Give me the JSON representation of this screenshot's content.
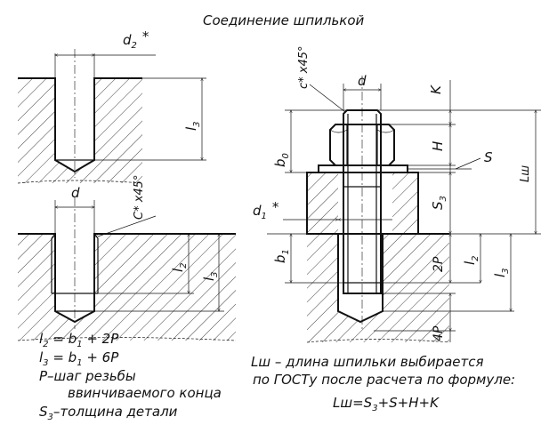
{
  "title": "Соединение шпилькой",
  "left": {
    "d2": "d",
    "d2_sub": "2",
    "d2_star": "*",
    "l3": "l",
    "l3_sub": "3",
    "d": "d",
    "chamfer": "C* x45°",
    "l2": "l",
    "l2_sub": "2",
    "l3b": "l",
    "l3b_sub": "3"
  },
  "right": {
    "chamfer": "c* x45°",
    "d": "d",
    "K": "K",
    "b0": "b",
    "b0_sub": "0",
    "H": "H",
    "S": "S",
    "Lsh": "Lш",
    "S3": "S",
    "S3_sub": "3",
    "d1": "d",
    "d1_sub": "1",
    "d1_star": "*",
    "b1": "b",
    "b1_sub": "1",
    "twoP": "2P",
    "l2": "l",
    "l2_sub": "2",
    "l3": "l",
    "l3_sub": "3",
    "fourP": "4P"
  },
  "formulas": {
    "l2_lhs": "l",
    "l2_sub": "2",
    "l2_rhs": " = b",
    "l2_b_sub": "1",
    "l2_tail": " + 2P",
    "l3_lhs": "l",
    "l3_sub": "3",
    "l3_rhs": " = b",
    "l3_b_sub": "1",
    "l3_tail": " + 6P",
    "p_line1": "P–шаг резьбы",
    "p_line2": "ввинчиваемого конца",
    "s3_lhs": "S",
    "s3_sub": "3",
    "s3_tail": "–толщина детали"
  },
  "note": {
    "line1": "Lш – длина шпильки выбирается",
    "line2": "по ГОСТу после расчета по формуле:",
    "formula_a": "Lш=S",
    "formula_sub": "3",
    "formula_b": "+S+H+K"
  }
}
